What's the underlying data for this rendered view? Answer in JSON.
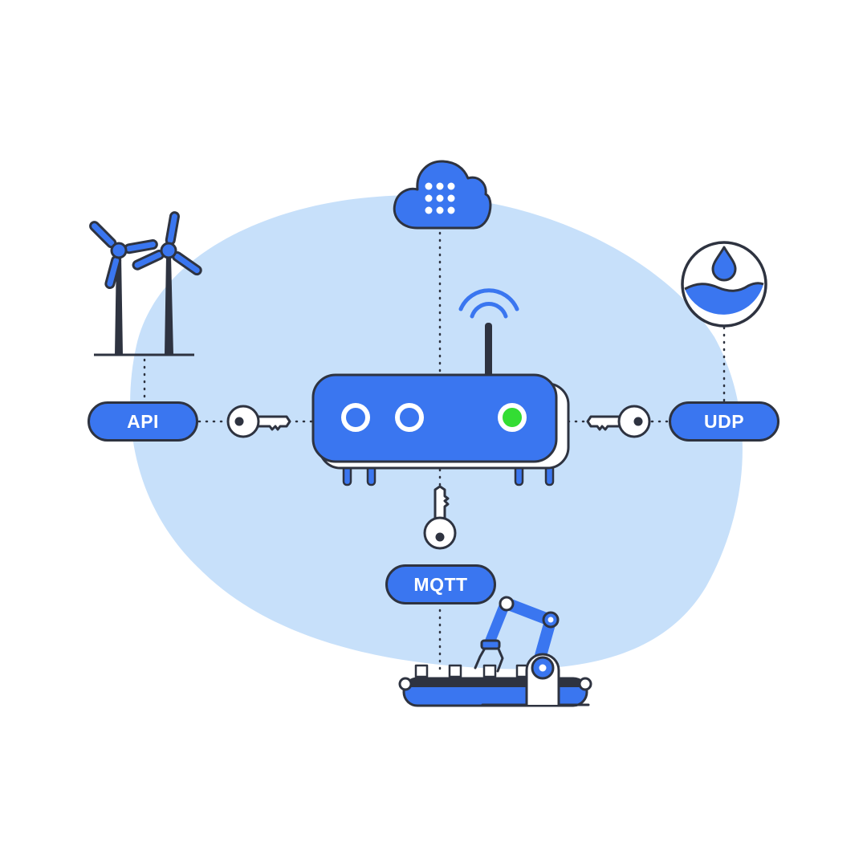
{
  "labels": {
    "api": "API",
    "udp": "UDP",
    "mqtt": "MQTT"
  },
  "colors": {
    "background_blob": "#c7e0fa",
    "primary_blue": "#3a76f0",
    "outline": "#2e3340",
    "status_led": "#33dd33",
    "white": "#ffffff"
  },
  "icons": {
    "cloud": "cloud-icon",
    "water": "water-drop-icon",
    "wind": "wind-turbine-icon",
    "router": "router-icon",
    "key": "key-icon",
    "robot": "robot-arm-icon"
  }
}
